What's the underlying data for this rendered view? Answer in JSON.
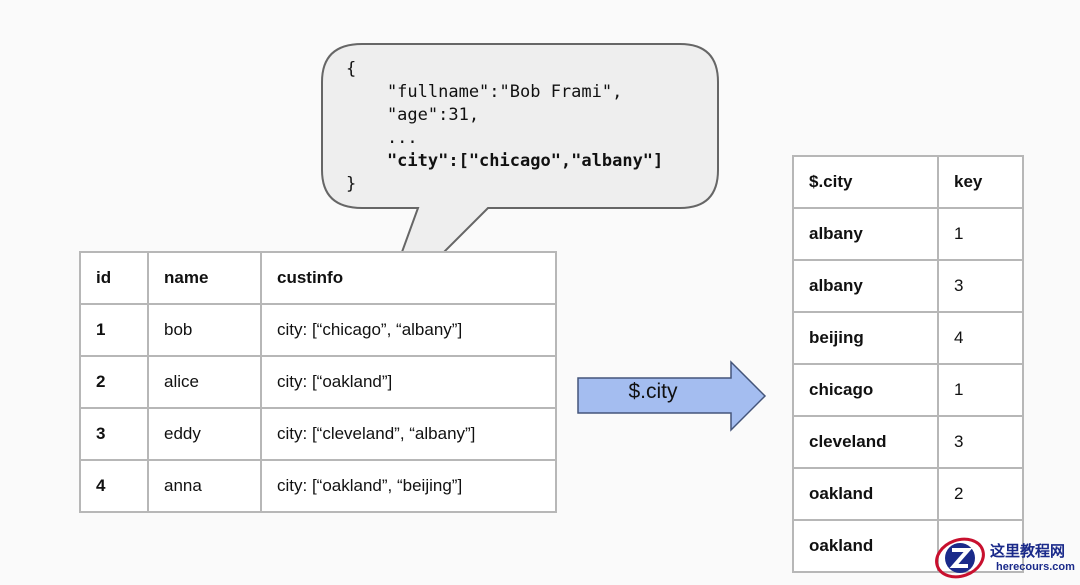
{
  "source_table": {
    "headers": [
      "id",
      "name",
      "custinfo"
    ],
    "rows": [
      [
        "1",
        "bob",
        "city: [“chicago”, “albany”]"
      ],
      [
        "2",
        "alice",
        "city: [“oakland”]"
      ],
      [
        "3",
        "eddy",
        "city: [“cleveland”, “albany”]"
      ],
      [
        "4",
        "anna",
        "city: [“oakland”, “beijing”]"
      ]
    ]
  },
  "bubble": {
    "lines": [
      "{",
      "    \"fullname\":\"Bob Frami\",",
      "    \"age\":31,",
      "    ...",
      "    \"city\":[\"chicago\",\"albany\"]",
      "}"
    ]
  },
  "arrow": {
    "label": "$.city",
    "fill": "#a4bdf0"
  },
  "result_table": {
    "headers": [
      "$.city",
      "key"
    ],
    "rows": [
      [
        "albany",
        "1"
      ],
      [
        "albany",
        "3"
      ],
      [
        "beijing",
        "4"
      ],
      [
        "chicago",
        "1"
      ],
      [
        "cleveland",
        "3"
      ],
      [
        "oakland",
        "2"
      ],
      [
        "oakland",
        ""
      ]
    ]
  },
  "watermark": {
    "title": "这里教程网",
    "url": "herecours.com",
    "icon": "z-logo-icon"
  }
}
